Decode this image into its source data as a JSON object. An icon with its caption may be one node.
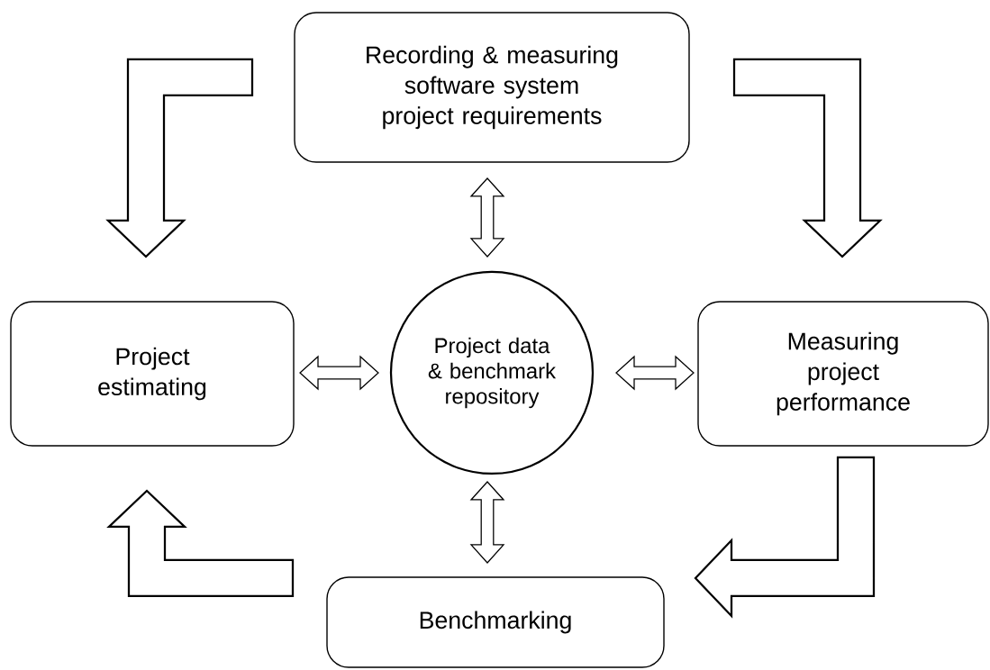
{
  "diagram": {
    "nodes": [
      {
        "text": [
          "Recording & measuring software system project requirements"
        ]
      },
      {
        "text": [
          "Project estimating"
        ]
      },
      {
        "text": [
          "Project data & benchmark repository"
        ]
      },
      {
        "text": [
          "Measuring project performance"
        ]
      },
      {
        "text": [
          "Benchmarking"
        ]
      }
    ],
    "edges": [
      {
        "from": 0,
        "to": 1,
        "arrow": "to"
      },
      {
        "from": 0,
        "to": 3,
        "arrow": "to"
      },
      {
        "from": 3,
        "to": 4,
        "arrow": "to"
      },
      {
        "from": 4,
        "to": 1,
        "arrow": "to"
      },
      {
        "from": 0,
        "to": 2,
        "arrow": "both"
      },
      {
        "from": 1,
        "to": 2,
        "arrow": "both"
      },
      {
        "from": 2,
        "to": 3,
        "arrow": "both"
      },
      {
        "from": 2,
        "to": 4,
        "arrow": "both"
      }
    ]
  }
}
